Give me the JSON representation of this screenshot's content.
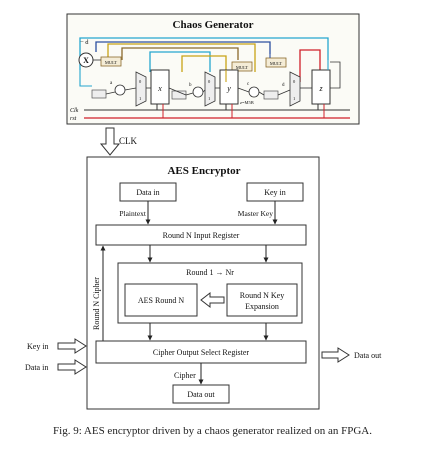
{
  "chaos": {
    "title": "Chaos Generator",
    "clk_label": "Clk",
    "rst_label": "rst",
    "neg_d_label": "− d",
    "x_symbol": "X",
    "mult_labels": [
      "MULT",
      "MULT",
      "MULT"
    ],
    "reg_labels": [
      "x",
      "y",
      "z"
    ],
    "mux_labels": [
      "0",
      "1",
      "0",
      "1",
      "0",
      "1"
    ],
    "small_labels": [
      "a",
      "b",
      "c",
      "z=M5B",
      "d"
    ],
    "colors": {
      "bus_cyan": "#25a6cf",
      "bus_gold": "#c8a316",
      "bus_red": "#d0202a",
      "bus_brown": "#8a6a2c",
      "bus_blue": "#2c4fa0",
      "bus_black": "#333333"
    }
  },
  "link": {
    "clk_label": "CLK"
  },
  "aes": {
    "title": "AES Encryptor",
    "data_in_box": "Data in",
    "key_in_box": "Key in",
    "plaintext_label": "Plaintext",
    "master_key_label": "Master Key",
    "input_register": "Round N Input Register",
    "round_label": "Round 1 → Nr",
    "aes_round": "AES Round N",
    "key_expansion_line1": "Round N Key",
    "key_expansion_line2": "Expansion",
    "round_cipher_label": "Round N Cipher",
    "output_register": "Cipher Output Select Register",
    "cipher_label": "Cipher",
    "data_out_box": "Data out",
    "ext_key_in": "Key in",
    "ext_data_in": "Data in",
    "ext_data_out": "Data out"
  },
  "caption": "Fig. 9: AES encryptor driven by a chaos generator realized on an FPGA."
}
